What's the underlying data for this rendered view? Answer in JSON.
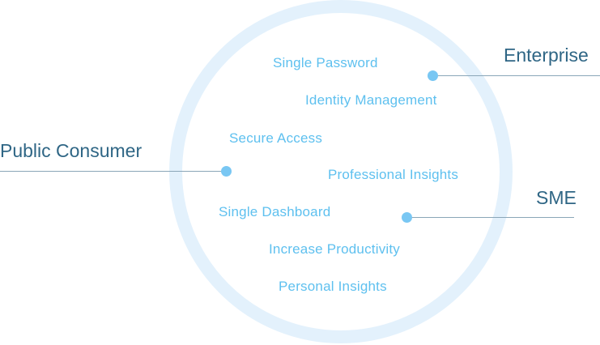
{
  "colors": {
    "ring": "#e3f1fc",
    "feature_text": "#5ec0ef",
    "segment_text": "#2f6685",
    "connector_line": "#8aa6b8",
    "dot": "#79c7f3"
  },
  "segments": {
    "enterprise": "Enterprise",
    "public_consumer": "Public Consumer",
    "sme": "SME"
  },
  "features": [
    "Single Password",
    "Identity Management",
    "Secure Access",
    "Professional Insights",
    "Single Dashboard",
    "Increase Productivity",
    "Personal Insights"
  ]
}
